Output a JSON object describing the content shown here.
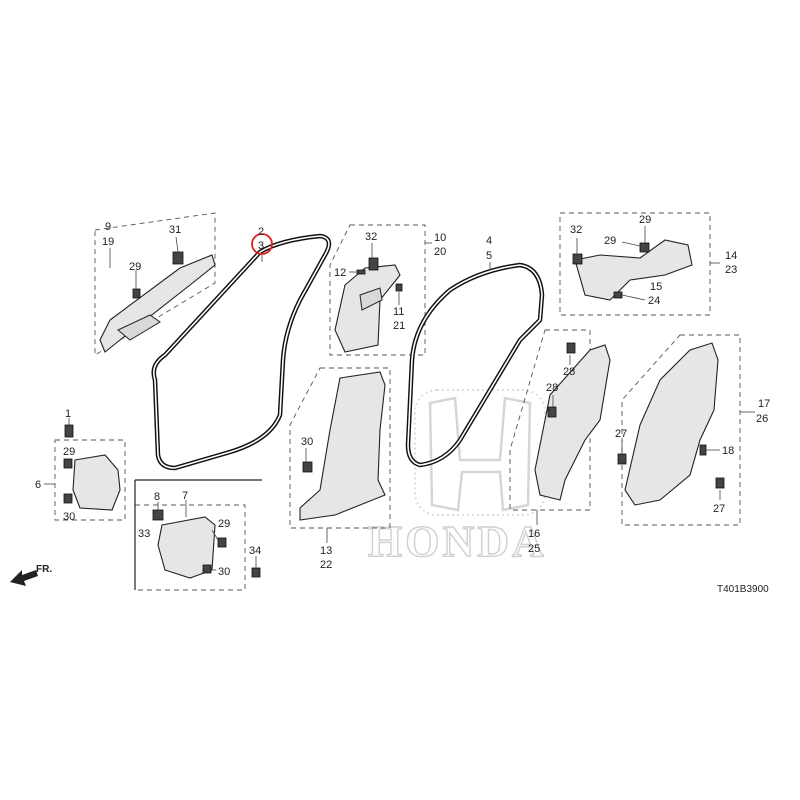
{
  "diagram": {
    "code": "T401B3900",
    "direction_label": "FR.",
    "watermark_text": "HONDA",
    "highlight_color": "#e02020",
    "callouts": {
      "c1": "1",
      "c2": "2",
      "c3": "3",
      "c4": "4",
      "c5": "5",
      "c6": "6",
      "c7": "7",
      "c8": "8",
      "c9": "9",
      "c10": "10",
      "c11": "11",
      "c12": "12",
      "c13": "13",
      "c14": "14",
      "c15": "15",
      "c16": "16",
      "c17": "17",
      "c18": "18",
      "c19": "19",
      "c20": "20",
      "c21": "21",
      "c22": "22",
      "c23": "23",
      "c24": "24",
      "c25": "25",
      "c26": "26",
      "c27": "27",
      "c28": "28",
      "c29": "29",
      "c30": "30",
      "c31": "31",
      "c32": "32",
      "c33": "33",
      "c34": "34"
    }
  }
}
